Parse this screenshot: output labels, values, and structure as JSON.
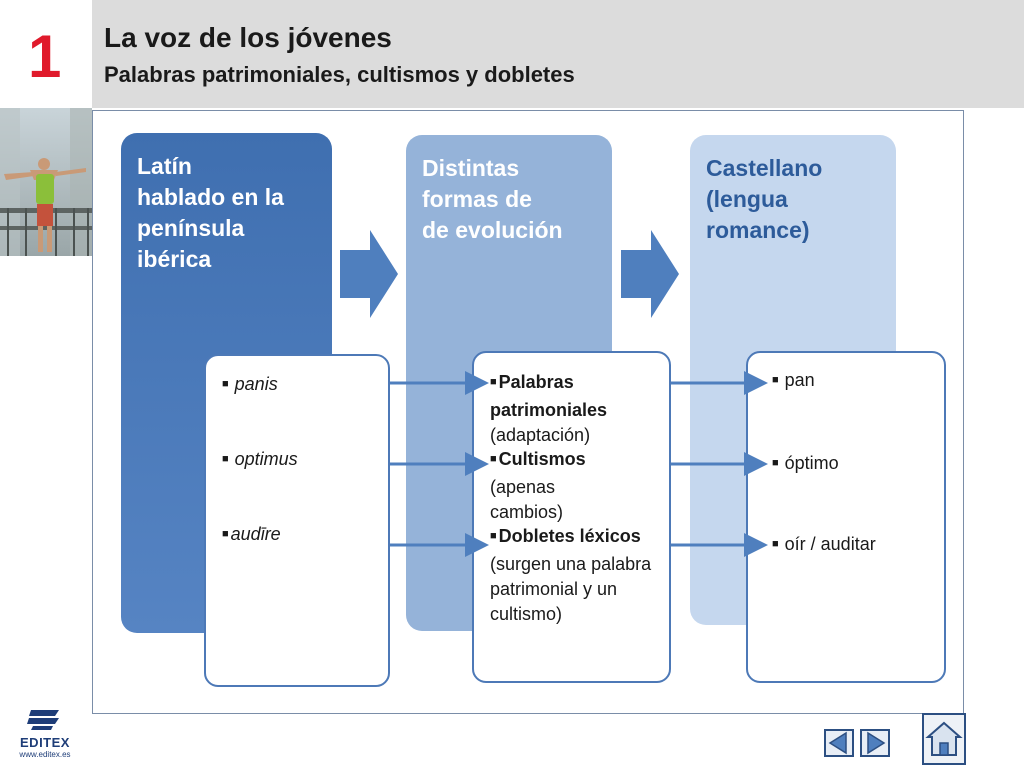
{
  "header": {
    "number": "1",
    "title": "La voz de los jóvenes",
    "subtitle": "Palabras patrimoniales, cultismos y dobletes"
  },
  "columns": {
    "latin": {
      "heading": [
        "Latín",
        "hablado en la",
        "península",
        "ibérica"
      ]
    },
    "evolution": {
      "heading": [
        "Distintas",
        "formas de",
        "de evolución"
      ]
    },
    "castellano": {
      "heading": [
        "Castellano",
        "(lengua",
        "romance)"
      ]
    }
  },
  "latin_words": [
    "panis",
    "optimus",
    "audīre"
  ],
  "evolution_items": [
    {
      "bold": "Palabras patrimoniales",
      "rest": "(adaptación)"
    },
    {
      "bold": "Cultismos",
      "rest": "(apenas cambios)"
    },
    {
      "bold": "Dobletes léxicos",
      "rest": "(surgen una palabra patrimonial y un cultismo)"
    }
  ],
  "castellano_words": [
    "pan",
    "óptimo",
    "oír / auditar"
  ],
  "footer": {
    "logo_text": "EDITEX",
    "logo_url": "www.editex.es"
  },
  "colors": {
    "accent_red": "#e01a2b",
    "primary_blue": "#3f6fb0",
    "mid_blue": "#95b3d9",
    "light_blue": "#c5d7ee"
  },
  "icons": [
    "photo-thumbnail",
    "right-arrow-icon",
    "prev-icon",
    "next-icon",
    "home-icon"
  ]
}
